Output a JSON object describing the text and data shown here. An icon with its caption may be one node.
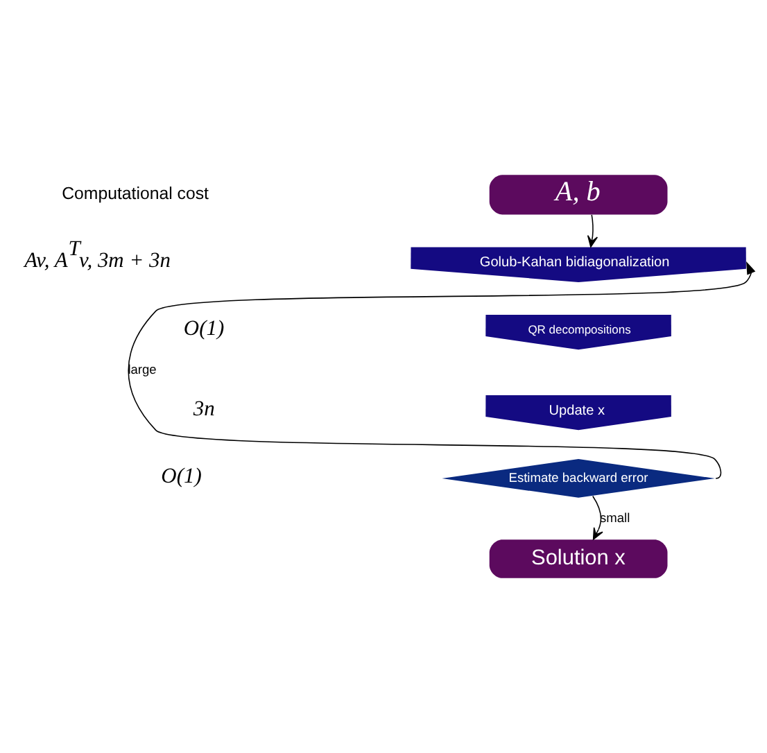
{
  "diagram": {
    "nodes": [
      {
        "text": [
          "A, b"
        ]
      },
      {
        "text": [
          "Golub-Kahan bidiagonalization"
        ]
      },
      {
        "text": [
          "QR decompositions"
        ]
      },
      {
        "text": [
          "Update x"
        ]
      },
      {
        "text": [
          "Estimate backward error"
        ]
      },
      {
        "text": [
          "Solution x"
        ]
      }
    ],
    "edges": [
      {
        "from": 0,
        "to": 1,
        "arrow": "to"
      },
      {
        "from": 4,
        "to": 1,
        "arrow": "to",
        "label": "large"
      },
      {
        "from": 4,
        "to": 5,
        "arrow": "to",
        "label": "small"
      }
    ],
    "labels": [
      "Computational cost",
      "Av, A$^{T}$v, 3m + 3n",
      "O(1)",
      "3n",
      "O(1)"
    ]
  }
}
